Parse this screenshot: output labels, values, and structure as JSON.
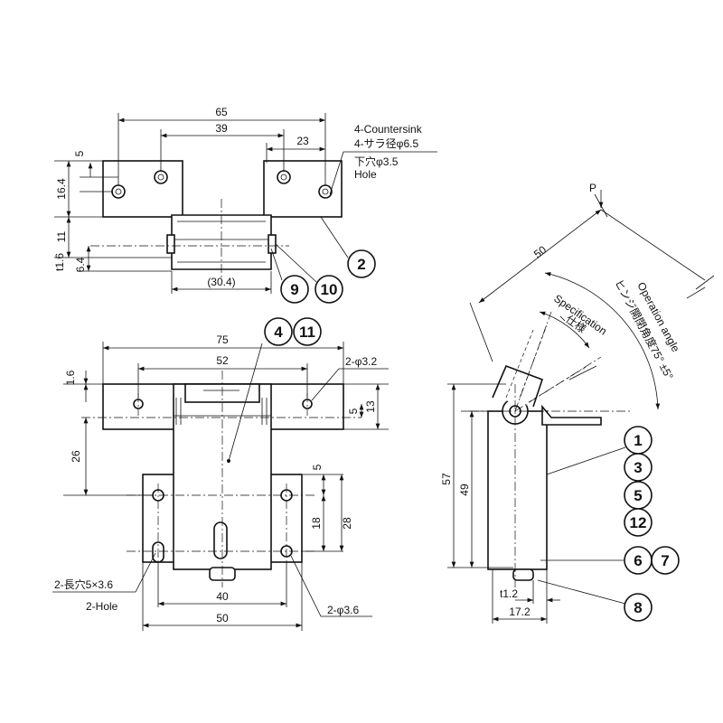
{
  "top_view": {
    "dims": {
      "d65": "65",
      "d39": "39",
      "d23": "23",
      "d5": "5",
      "d16_4": "16.4",
      "d11": "11",
      "t1_6": "t1.6",
      "d6_4": "6.4",
      "d30_4": "(30.4)"
    },
    "note_countersink_en": "4-Countersink",
    "note_countersink_jp": "4-サラ径φ6.5",
    "note_hole_jp": "下穴φ3.5",
    "note_hole_en": "Hole",
    "balloons": [
      "2",
      "9",
      "10"
    ]
  },
  "front_view": {
    "dims": {
      "d75": "75",
      "d52": "52",
      "d1_6": "1.6",
      "d26": "26",
      "d5a": "5",
      "d13": "13",
      "d5b": "5",
      "d18": "18",
      "d28": "28",
      "d40": "40",
      "d50": "50"
    },
    "note_hole32": "2-φ3.2",
    "note_slot_jp": "2-長穴5×3.6",
    "note_slot_en": "2-Hole",
    "note_hole36": "2-φ3.6",
    "balloons": [
      "4",
      "11"
    ]
  },
  "side_view": {
    "dims": {
      "d57": "57",
      "d49": "49",
      "t1_2": "t1.2",
      "d17_2": "17.2",
      "d50": "50"
    },
    "label_p": "P",
    "spec_en": "Specification",
    "spec_jp": "仕様",
    "op_en": "Operation angle",
    "op_jp": "ヒンジ開閉角度75° ±5°",
    "balloons": [
      "1",
      "3",
      "5",
      "12",
      "6",
      "7",
      "8"
    ]
  }
}
